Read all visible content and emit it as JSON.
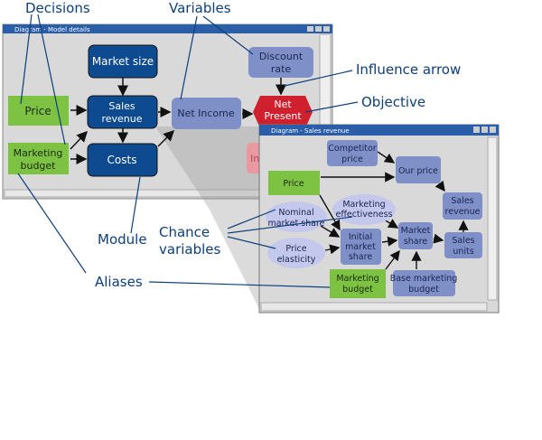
{
  "annotations": {
    "decisions": "Decisions",
    "variables": "Variables",
    "influence_arrow": "Influence arrow",
    "objective": "Objective",
    "module": "Module",
    "chance_variables": [
      "Chance",
      "variables"
    ],
    "aliases": "Aliases"
  },
  "window_main": {
    "title": "Diagram - Model details",
    "nodes": {
      "market_size": [
        "Market size"
      ],
      "price": [
        "Price"
      ],
      "sales_revenue": [
        "Sales",
        "revenue"
      ],
      "marketing_budget": [
        "Marketing",
        "budget"
      ],
      "costs": [
        "Costs"
      ],
      "net_income": [
        "Net Income"
      ],
      "discount_rate": [
        "Discount",
        "rate"
      ],
      "npv": [
        "Net",
        "Present"
      ],
      "hidden_partial": "In"
    }
  },
  "window_sub": {
    "title": "Diagram - Sales revenue",
    "nodes": {
      "competitor_price": [
        "Competitor",
        "price"
      ],
      "our_price": [
        "Our price"
      ],
      "price": [
        "Price"
      ],
      "marketing_effectiveness": [
        "Marketing",
        "effectiveness"
      ],
      "nominal_market_share": [
        "Nominal",
        "market share"
      ],
      "sales_revenue": [
        "Sales",
        "revenue"
      ],
      "initial_market_share": [
        "Initial",
        "market",
        "share"
      ],
      "market_share": [
        "Market",
        "share"
      ],
      "sales_units": [
        "Sales",
        "units"
      ],
      "price_elasticity": [
        "Price",
        "elasticity"
      ],
      "marketing_budget": [
        "Marketing",
        "budget"
      ],
      "base_marketing_budget": [
        "Base marketing",
        "budget"
      ]
    }
  },
  "colors": {
    "decision": "#7dc242",
    "module": "#0d4a8f",
    "variable": "#7f8fc8",
    "chance": "#c4c8ec",
    "objective": "#d0202e",
    "annotation": "#0d3f7a"
  }
}
